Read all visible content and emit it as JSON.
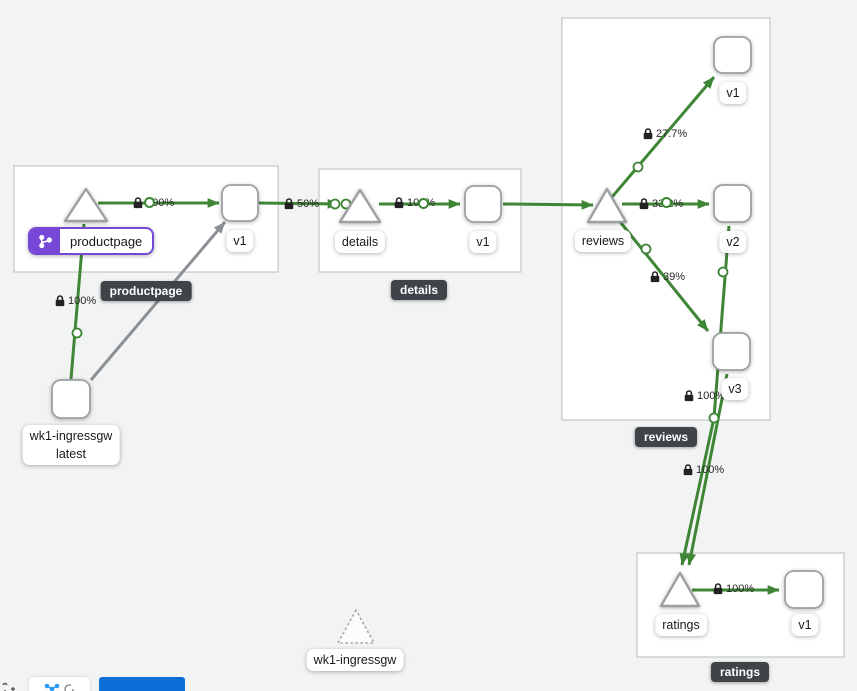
{
  "app": {
    "name": "service-mesh-traffic-graph"
  },
  "colors": {
    "edge": "#3e8635",
    "idle_edge": "#8d9096",
    "selected_purple": "#7747d8",
    "group_badge_bg": "#3e4448",
    "primary_button_blue": "#0b6ed7",
    "canvas_bg": "#f2f3f3"
  },
  "groups": {
    "productpage": {
      "badge": "productpage"
    },
    "details": {
      "badge": "details"
    },
    "reviews": {
      "badge": "reviews"
    },
    "ratings": {
      "badge": "ratings"
    }
  },
  "nodes": {
    "productpage": {
      "label": "productpage",
      "selected": true
    },
    "productpage_v1": {
      "label": "v1"
    },
    "details": {
      "label": "details"
    },
    "details_v1": {
      "label": "v1"
    },
    "reviews": {
      "label": "reviews"
    },
    "reviews_v1": {
      "label": "v1"
    },
    "reviews_v2": {
      "label": "v2"
    },
    "reviews_v3": {
      "label": "v3"
    },
    "ratings": {
      "label": "ratings"
    },
    "ratings_v1": {
      "label": "v1"
    },
    "ingress_workload": {
      "line1": "wk1-ingressgw",
      "line2": "latest"
    },
    "ingress_service": {
      "label": "wk1-ingressgw"
    }
  },
  "edges": {
    "ingress_to_productpage": {
      "pct": "100%",
      "secure": true
    },
    "productpage_to_v1": {
      "pct": "100%",
      "secure": true
    },
    "v1_to_details": {
      "pct": "50%",
      "secure": true
    },
    "details_to_v1": {
      "pct": "100%",
      "secure": true
    },
    "reviews_to_v1": {
      "pct": "27.7%",
      "secure": true
    },
    "reviews_to_v2": {
      "pct": "33.2%",
      "secure": true
    },
    "reviews_to_v3": {
      "pct": "39%",
      "secure": true
    },
    "v3_to_ratings": {
      "pct": "100%",
      "secure": true
    },
    "v2_to_ratings": {
      "pct": "100%",
      "secure": true
    },
    "ratings_to_v1": {
      "pct": "100%",
      "secure": true
    }
  }
}
